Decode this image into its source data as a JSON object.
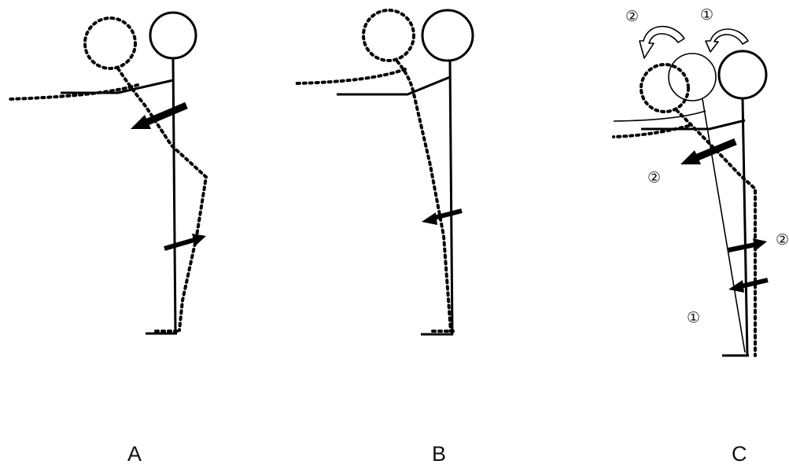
{
  "panels": [
    {
      "label": "A"
    },
    {
      "label": "B"
    },
    {
      "label": "C"
    }
  ],
  "step_markers": {
    "one": "①",
    "two": "②"
  },
  "colors": {
    "line": "#000000",
    "curved_arrow_fill": "#ffffff"
  }
}
